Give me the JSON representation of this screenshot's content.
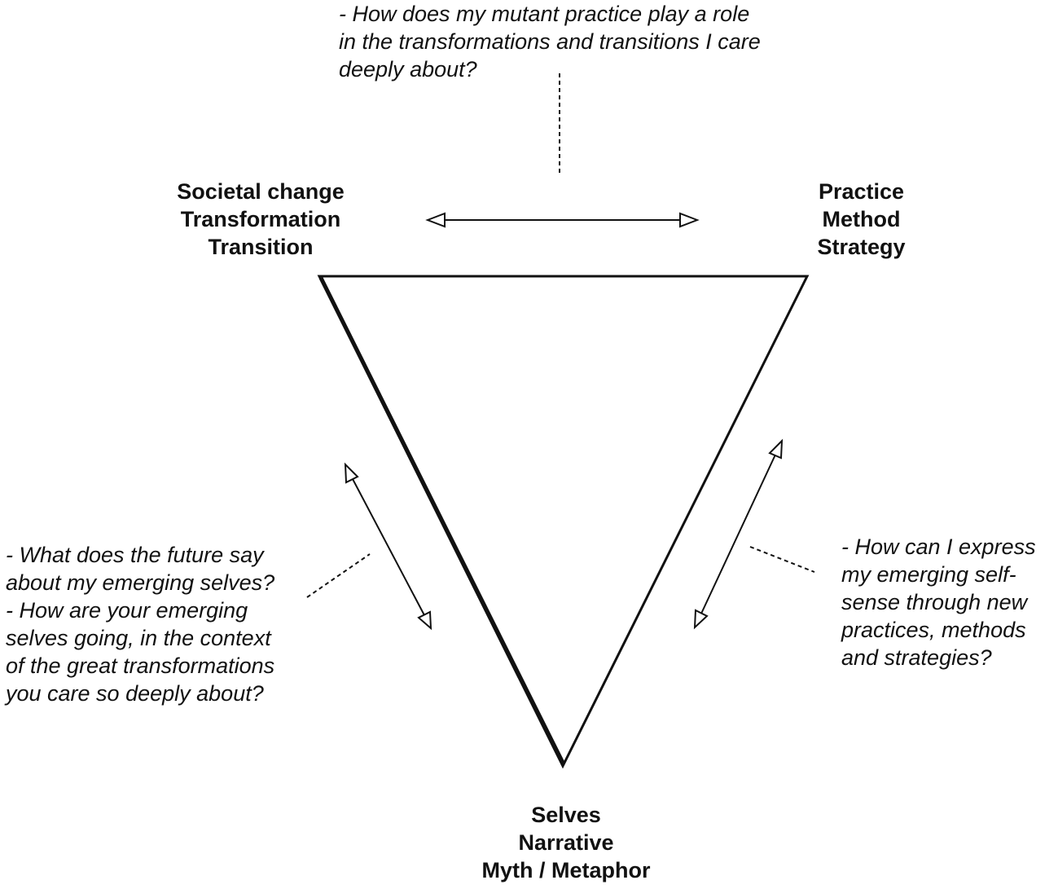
{
  "vertices": {
    "top_left": {
      "lines": [
        "Societal change",
        "Transformation",
        "Transition"
      ]
    },
    "top_right": {
      "lines": [
        "Practice",
        "Method",
        "Strategy"
      ]
    },
    "bottom": {
      "lines": [
        "Selves",
        "Narrative",
        "Myth / Metaphor"
      ]
    }
  },
  "notes": {
    "top": {
      "lines": [
        "- How does my mutant practice play a role",
        "in the transformations and transitions I care",
        "deeply about?"
      ]
    },
    "left": {
      "lines": [
        "- What does the future say",
        "about my emerging selves?",
        "- How are your emerging",
        "selves going, in the context",
        "of the great transformations",
        "you care so deeply about?"
      ]
    },
    "right": {
      "lines": [
        "- How can I express",
        "my emerging self-",
        "sense through new",
        "practices, methods",
        "and strategies?"
      ]
    }
  }
}
